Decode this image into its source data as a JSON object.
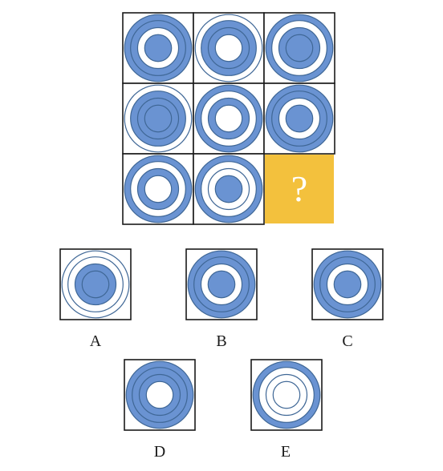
{
  "colors": {
    "fill": "#6a93d2",
    "ring_outline": "#3f6796",
    "background": "#ffffff",
    "frame": "#1a1a1a",
    "question_box": "#f3c13d",
    "question_mark": "#ffffff"
  },
  "grid": {
    "rows": [
      [
        {
          "rings": [
            "fill",
            "fill",
            "white",
            "fill"
          ]
        },
        {
          "rings": [
            "white",
            "fill",
            "fill",
            "white"
          ]
        },
        {
          "rings": [
            "fill",
            "white",
            "fill",
            "fill"
          ]
        }
      ],
      [
        {
          "rings": [
            "white",
            "fill",
            "fill",
            "fill"
          ]
        },
        {
          "rings": [
            "fill",
            "white",
            "fill",
            "white"
          ]
        },
        {
          "rings": [
            "fill",
            "fill",
            "white",
            "fill"
          ]
        }
      ],
      [
        {
          "rings": [
            "fill",
            "white",
            "fill",
            "white"
          ]
        },
        {
          "rings": [
            "fill",
            "white",
            "white",
            "fill"
          ]
        },
        {
          "missing": true
        }
      ]
    ],
    "question_mark": "?"
  },
  "options": [
    {
      "label": "A",
      "rings": [
        "white",
        "white",
        "fill",
        "fill"
      ]
    },
    {
      "label": "B",
      "rings": [
        "fill",
        "fill",
        "white",
        "fill"
      ]
    },
    {
      "label": "C",
      "rings": [
        "fill",
        "fill",
        "white",
        "fill"
      ]
    },
    {
      "label": "D",
      "rings": [
        "fill",
        "fill",
        "fill",
        "white"
      ]
    },
    {
      "label": "E",
      "rings": [
        "fill",
        "white",
        "white",
        "white"
      ]
    }
  ]
}
